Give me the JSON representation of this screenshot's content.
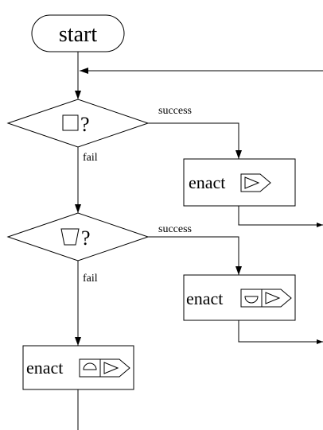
{
  "start": {
    "label": "start"
  },
  "decisions": [
    {
      "query_symbol": "square",
      "suffix": "?",
      "success_label": "success",
      "fail_label": "fail"
    },
    {
      "query_symbol": "trapezoid",
      "suffix": "?",
      "success_label": "success",
      "fail_label": "fail"
    }
  ],
  "actions": [
    {
      "label": "enact",
      "glyphs": [
        "arrow-pentagon"
      ]
    },
    {
      "label": "enact",
      "glyphs": [
        "half-circle-down",
        "arrow-pentagon"
      ]
    },
    {
      "label": "enact",
      "glyphs": [
        "half-circle-up",
        "arrow-pentagon"
      ]
    }
  ]
}
